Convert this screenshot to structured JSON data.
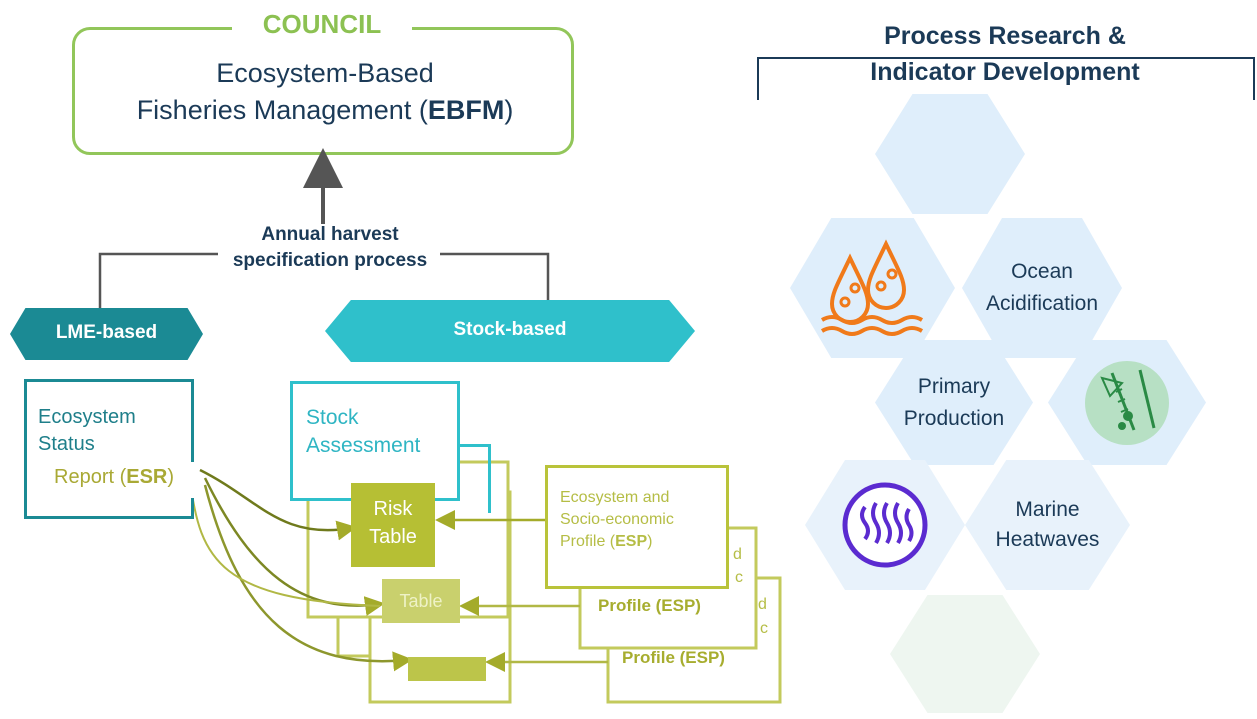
{
  "council": {
    "title": "COUNCIL",
    "line1": "Ecosystem-Based",
    "line2_prefix": "Fisheries Management (",
    "line2_bold": "EBFM",
    "line2_suffix": ")"
  },
  "harvest": {
    "line1": "Annual harvest",
    "line2": "specification process"
  },
  "banners": {
    "lme": "LME-based",
    "stock": "Stock-based"
  },
  "esr": {
    "line1": "Ecosystem",
    "line2": "Status",
    "report_prefix": "Report (",
    "report_bold": "ESR",
    "report_suffix": ")"
  },
  "stock_assessment": {
    "line1": "Stock",
    "line2": "Assessment"
  },
  "risk_table": {
    "line1": "Risk",
    "line2": "Table",
    "faded": "Table"
  },
  "esp": {
    "line1": "Ecosystem and",
    "line2": "Socio-economic",
    "line3_prefix": "Profile (",
    "line3_bold": "ESP",
    "line3_suffix": ")",
    "back_profile_prefix": "Profile ",
    "back_profile_bold": "(ESP)",
    "fragment_d": "d",
    "fragment_c": "c"
  },
  "process_research": {
    "title_line1": "Process Research &",
    "title_line2": "Indicator Development"
  },
  "hexagons": {
    "ocean_line1": "Ocean",
    "ocean_line2": "Acidification",
    "primary_line1": "Primary",
    "primary_line2": "Production",
    "marine_line1": "Marine",
    "marine_line2": "Heatwaves"
  },
  "colors": {
    "council_green": "#8cc152",
    "navy": "#1b3a57",
    "teal_dark": "#1b8a94",
    "teal_light": "#2fc0cb",
    "olive": "#b6bf34",
    "hex_fill": "#dfeefb",
    "icon_orange": "#f07a1a",
    "icon_purple": "#5b2bd0"
  }
}
